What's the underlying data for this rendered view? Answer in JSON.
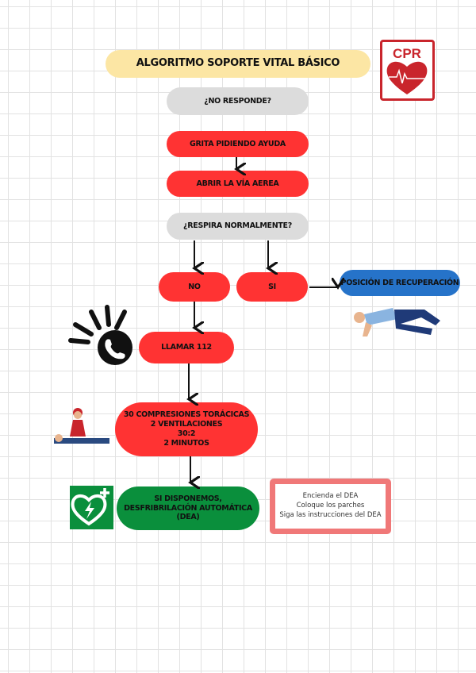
{
  "title": "ALGORITMO SOPORTE VITAL BÁSICO",
  "logo": {
    "text": "CPR",
    "color": "#c9252c"
  },
  "nodes": {
    "no_responde": "¿NO RESPONDE?",
    "grita": "GRITA PIDIENDO AYUDA",
    "abrir": "ABRIR LA VÍA AEREA",
    "respira": "¿RESPIRA NORMALMENTE?",
    "no": "NO",
    "si": "SI",
    "posicion": "POSICIÓN DE RECUPERACIÓN",
    "llamar": "LLAMAR 112",
    "compresiones": [
      "30 COMPRESIONES TORÁCICAS",
      "2 VENTILACIONES",
      "30:2",
      "2 MINUTOS"
    ],
    "dea": [
      "SI DISPONEMOS,",
      "DESFRIBRILACIÓN AUTOMÁTICA",
      "(DEA)"
    ]
  },
  "dea_steps": [
    "Encienda el DEA",
    "Coloque los parches",
    "Siga las instrucciones del DEA"
  ],
  "colors": {
    "title_bg": "#fce6a4",
    "red": "#ff3333",
    "grey": "#dcdcdc",
    "blue": "#2673c9",
    "green": "#0a8f3c",
    "pink_border": "#f07878"
  },
  "icons": [
    "cpr-heart-icon",
    "phone-call-icon",
    "recovery-position-person-icon",
    "cpr-rescuer-icon",
    "aed-heart-icon"
  ]
}
